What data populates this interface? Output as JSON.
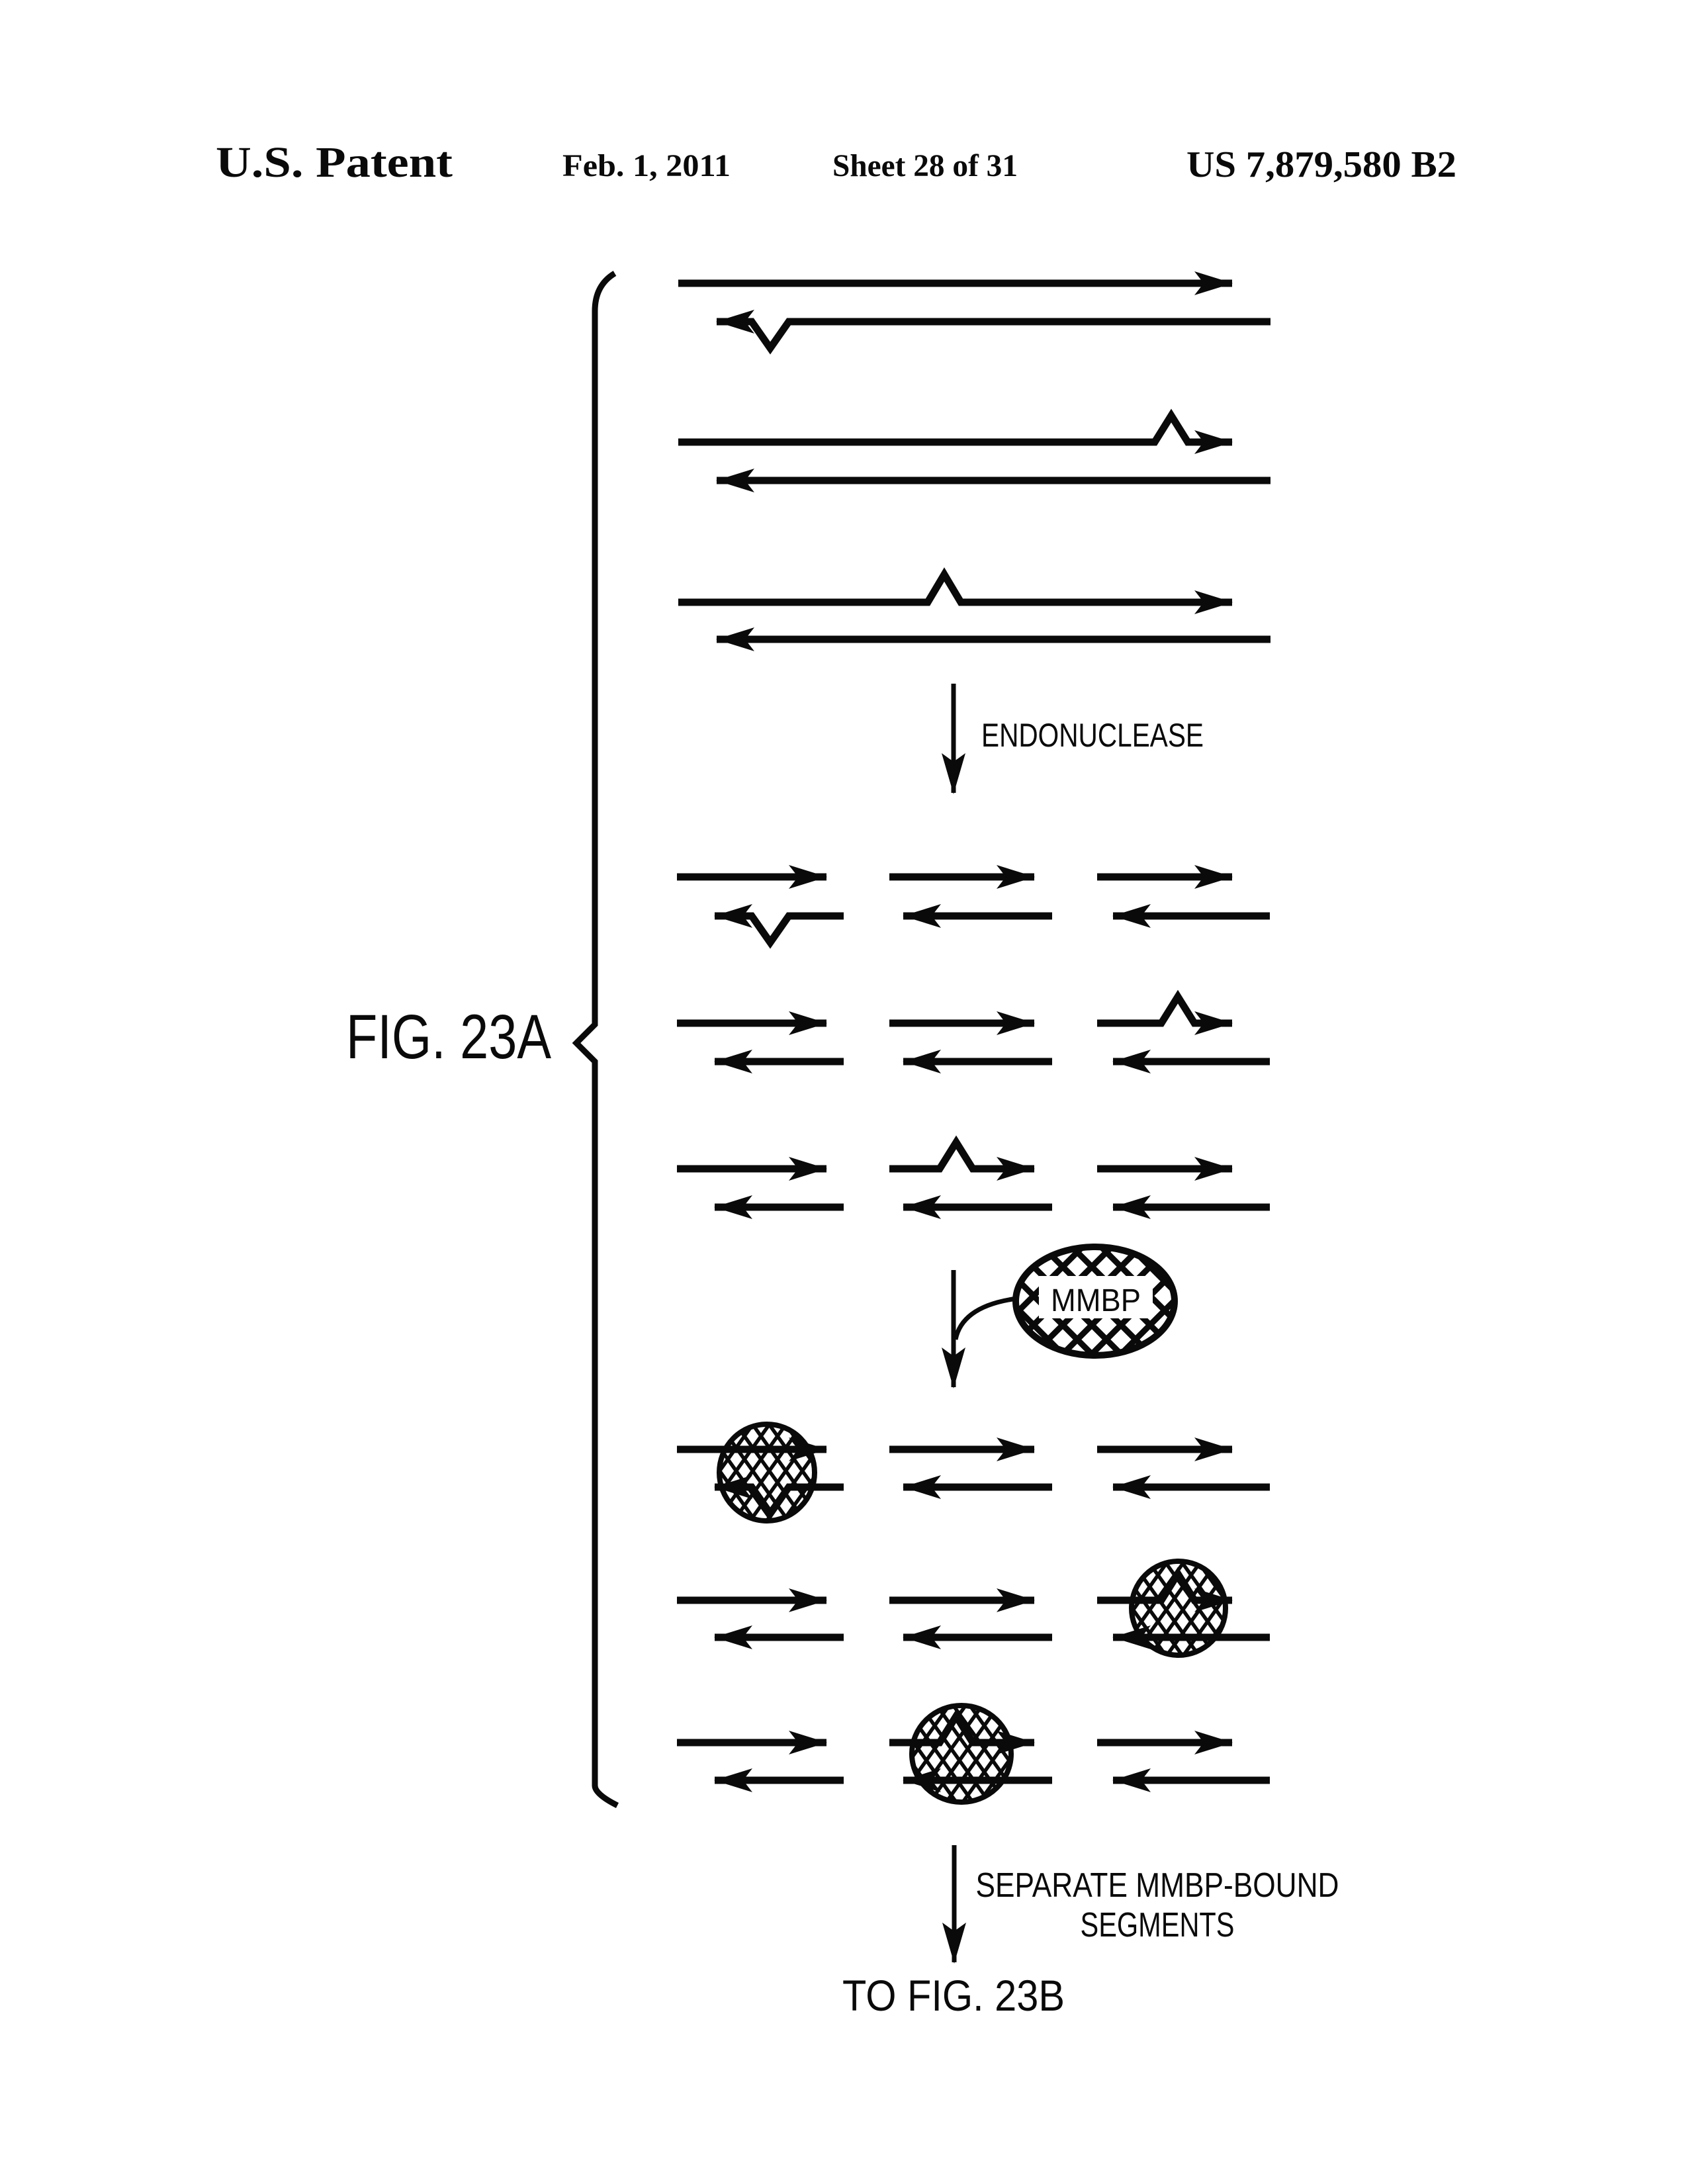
{
  "page": {
    "paper_color": "#ffffff",
    "ink_color": "#0a0a0a"
  },
  "header": {
    "title": "U.S. Patent",
    "date": "Feb. 1, 2011",
    "sheet": "Sheet 28 of 31",
    "patent_number": "US 7,879,580 B2"
  },
  "figure": {
    "label": "FIG. 23A"
  },
  "labels": {
    "endonuclease": "ENDONUCLEASE",
    "mmbp": "MMBP",
    "separate_line1": "SEPARATE MMBP-BOUND",
    "separate_line2": "SEGMENTS",
    "to_fig": "TO FIG. 23B"
  }
}
